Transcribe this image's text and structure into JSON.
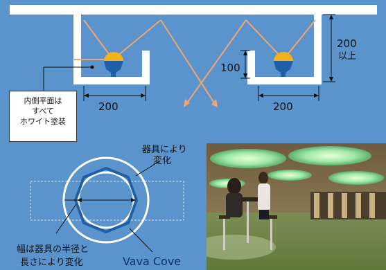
{
  "top_section": {
    "dim_left_width": "200",
    "dim_right_width": "200",
    "dim_depth": "100",
    "dim_height_value": "200",
    "dim_height_suffix": "以上",
    "note_lines": [
      "内側平面は",
      "すべて",
      "ホワイト塗装"
    ]
  },
  "bottom_section": {
    "note_variation_lines": [
      "器具により",
      "変化"
    ],
    "note_width_lines": [
      "幅は器具の半径と",
      "長さにより変化"
    ],
    "product_name": "Vava Cove"
  },
  "colors": {
    "background": "#5b93cc",
    "structure": "#ffffff",
    "light_ray": "#f2a66e",
    "lamp_body": "#1f5fa8",
    "lamp_cap": "#f2b21b",
    "ring": "#1f5fa8"
  }
}
